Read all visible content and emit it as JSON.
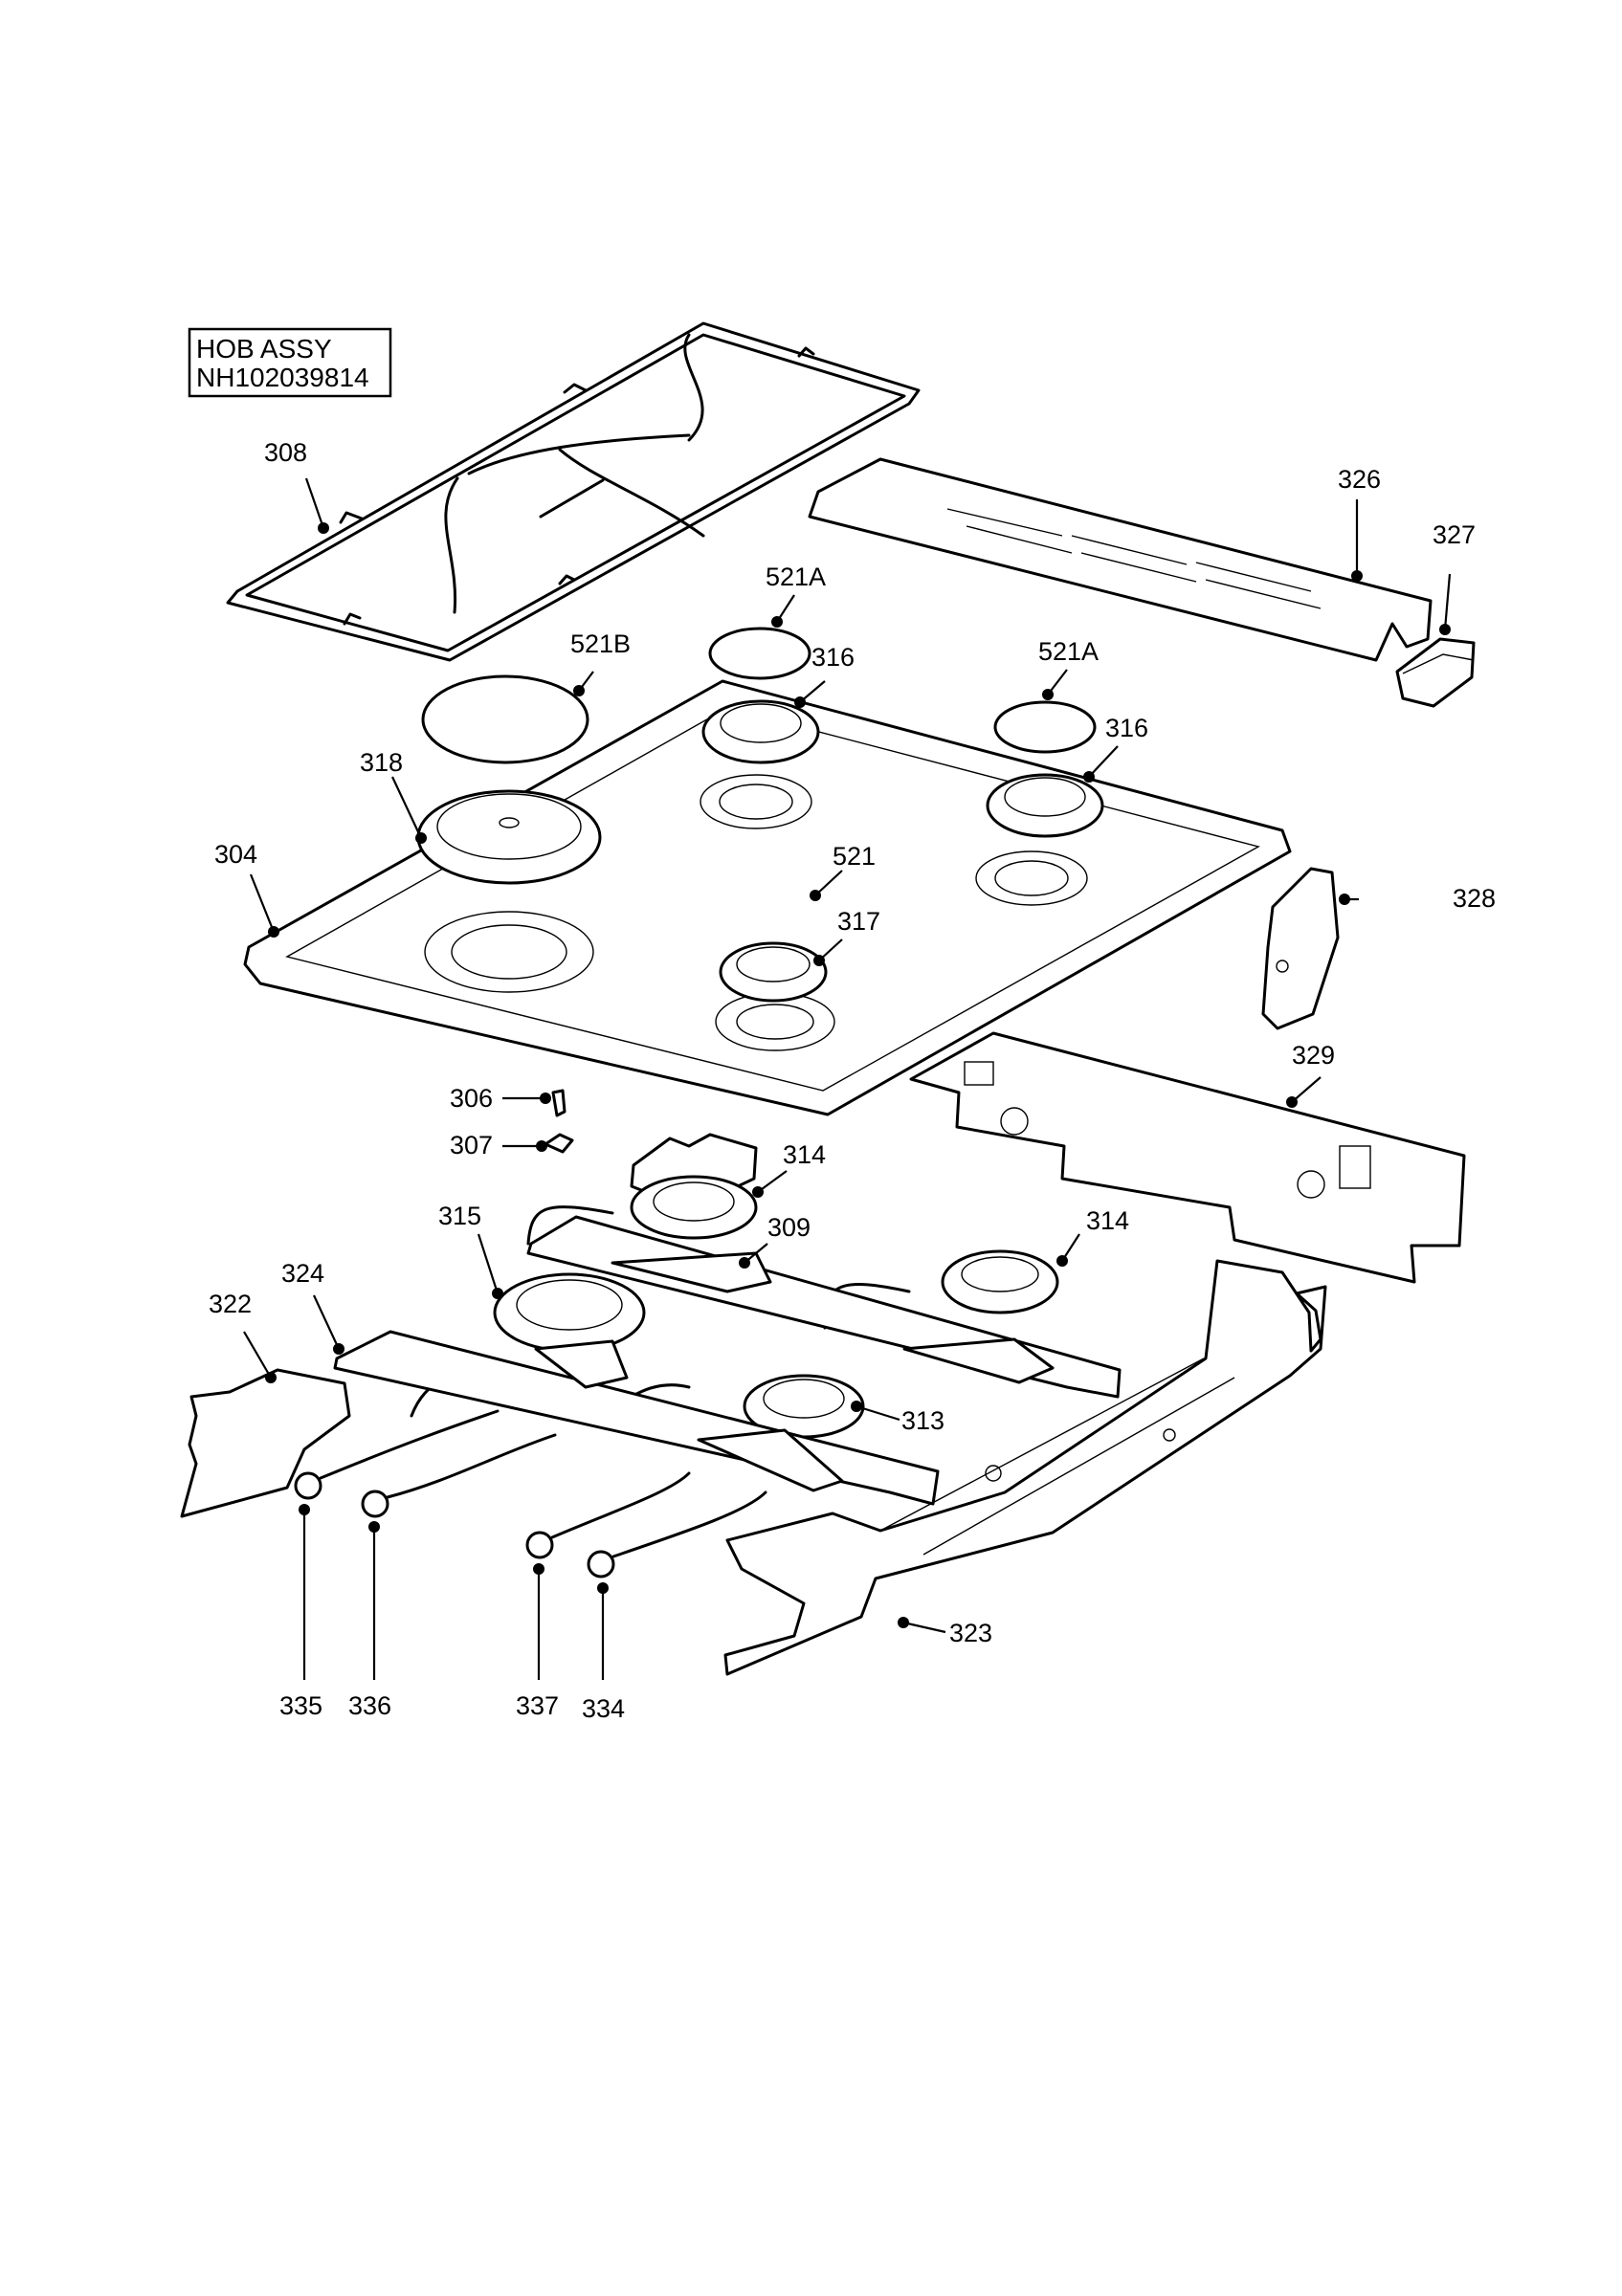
{
  "title": {
    "line1": "HOB ASSY",
    "line2": "NH102039814"
  },
  "callouts": [
    {
      "id": "c308",
      "text": "308"
    },
    {
      "id": "c326",
      "text": "326"
    },
    {
      "id": "c327",
      "text": "327"
    },
    {
      "id": "c521A_1",
      "text": "521A"
    },
    {
      "id": "c521B",
      "text": "521B"
    },
    {
      "id": "c316_1",
      "text": "316"
    },
    {
      "id": "c521A_2",
      "text": "521A"
    },
    {
      "id": "c316_2",
      "text": "316"
    },
    {
      "id": "c318",
      "text": "318"
    },
    {
      "id": "c304",
      "text": "304"
    },
    {
      "id": "c521",
      "text": "521"
    },
    {
      "id": "c317",
      "text": "317"
    },
    {
      "id": "c328",
      "text": "328"
    },
    {
      "id": "c329",
      "text": "329"
    },
    {
      "id": "c306",
      "text": "306"
    },
    {
      "id": "c307",
      "text": "307"
    },
    {
      "id": "c314_1",
      "text": "314"
    },
    {
      "id": "c315",
      "text": "315"
    },
    {
      "id": "c309",
      "text": "309"
    },
    {
      "id": "c314_2",
      "text": "314"
    },
    {
      "id": "c324",
      "text": "324"
    },
    {
      "id": "c322",
      "text": "322"
    },
    {
      "id": "c313",
      "text": "313"
    },
    {
      "id": "c323",
      "text": "323"
    },
    {
      "id": "c335",
      "text": "335"
    },
    {
      "id": "c336",
      "text": "336"
    },
    {
      "id": "c337",
      "text": "337"
    },
    {
      "id": "c334",
      "text": "334"
    }
  ]
}
